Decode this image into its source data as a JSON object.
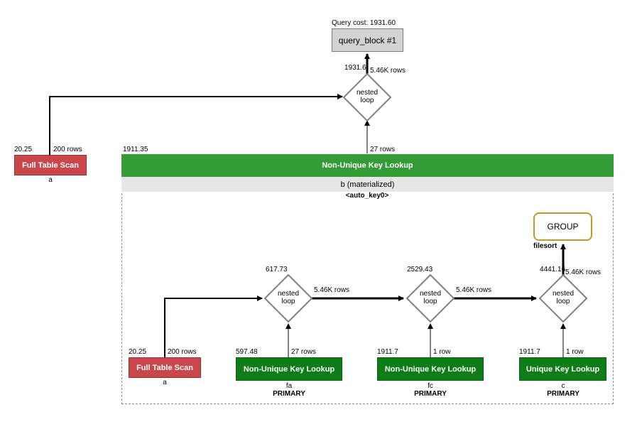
{
  "query_cost": "Query cost: 1931.60",
  "query_block": "query_block #1",
  "top_loop": {
    "label_line1": "nested",
    "label_line2": "loop",
    "cost": "1931.6",
    "rows": "5.46K rows"
  },
  "left_scan": {
    "title": "Full Table Scan",
    "cost": "20.25",
    "rows": "200 rows",
    "table": "a"
  },
  "materialized": {
    "cost": "1911.35",
    "rows": "27 rows",
    "header": "Non-Unique Key Lookup",
    "subheader": "b (materialized)",
    "key": "<auto_key0>"
  },
  "group": {
    "label": "GROUP",
    "sub": "filesort"
  },
  "inner": {
    "scan": {
      "title": "Full Table Scan",
      "cost": "20.25",
      "rows": "200 rows",
      "table": "a"
    },
    "loop1": {
      "label_line1": "nested",
      "label_line2": "loop",
      "cost": "617.73",
      "rows_out": "5.46K rows"
    },
    "loop2": {
      "label_line1": "nested",
      "label_line2": "loop",
      "cost": "2529.43",
      "rows_out": "5.46K rows"
    },
    "loop3": {
      "label_line1": "nested",
      "label_line2": "loop",
      "cost": "4441.16",
      "rows_out": "5.46K rows"
    },
    "lookup_fa": {
      "title": "Non-Unique Key Lookup",
      "cost": "597.48",
      "rows": "27 rows",
      "table": "fa",
      "key": "PRIMARY"
    },
    "lookup_fc": {
      "title": "Non-Unique Key Lookup",
      "cost": "1911.7",
      "rows": "1 row",
      "table": "fc",
      "key": "PRIMARY"
    },
    "lookup_c": {
      "title": "Unique Key Lookup",
      "cost": "1911.7",
      "rows": "1 row",
      "table": "c",
      "key": "PRIMARY"
    }
  },
  "colors": {
    "full_scan": "#c9474a",
    "key_lookup": "#0e7d17",
    "materialized_header": "#349b36",
    "group_border": "#c8962a",
    "query_block_fill": "#d3d3d3"
  }
}
